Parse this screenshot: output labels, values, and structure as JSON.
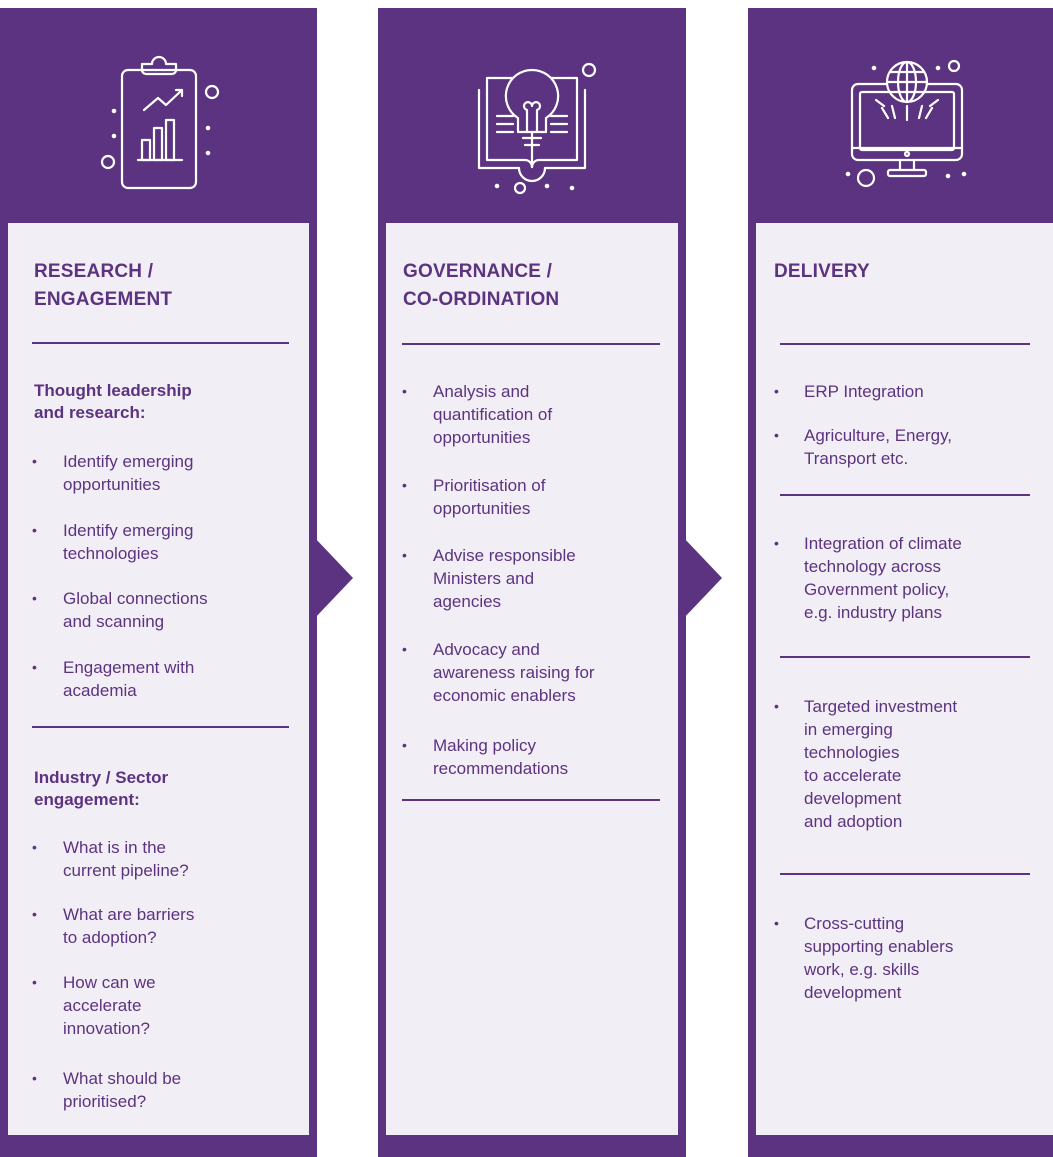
{
  "colors": {
    "primary": "#5c3380",
    "panel": "#f2eef5",
    "icon_stroke": "#ffffff"
  },
  "columns": [
    {
      "icon": "clipboard-chart-icon",
      "title_line1": "RESEARCH /",
      "title_line2": "ENGAGEMENT",
      "sections": [
        {
          "heading_line1": "Thought leadership",
          "heading_line2": "and research:",
          "items": [
            {
              "l1": "Identify emerging",
              "l2": "opportunities"
            },
            {
              "l1": "Identify emerging",
              "l2": "technologies"
            },
            {
              "l1": "Global connections",
              "l2": "and scanning"
            },
            {
              "l1": "Engagement with",
              "l2": "academia"
            }
          ]
        },
        {
          "heading_line1": "Industry / Sector",
          "heading_line2": "engagement:",
          "items": [
            {
              "l1": "What is in the",
              "l2": "current pipeline?"
            },
            {
              "l1": "What are barriers",
              "l2": "to adoption?"
            },
            {
              "l1": "How can we",
              "l2": "accelerate",
              "l3": "innovation?"
            },
            {
              "l1": "What should be",
              "l2": "prioritised?"
            }
          ]
        }
      ]
    },
    {
      "icon": "lightbulb-book-icon",
      "title_line1": "GOVERNANCE /",
      "title_line2": "CO-ORDINATION",
      "items": [
        {
          "l1": "Analysis and",
          "l2": "quantification of",
          "l3": "opportunities"
        },
        {
          "l1": "Prioritisation of",
          "l2": "opportunities"
        },
        {
          "l1": "Advise responsible",
          "l2": "Ministers and",
          "l3": "agencies"
        },
        {
          "l1": "Advocacy and",
          "l2": "awareness raising for",
          "l3": "economic enablers"
        },
        {
          "l1": "Making policy",
          "l2": "recommendations"
        }
      ]
    },
    {
      "icon": "globe-monitor-icon",
      "title_line1": "DELIVERY",
      "groups": [
        {
          "items": [
            {
              "l1": "ERP Integration"
            },
            {
              "l1": "Agriculture, Energy,",
              "l2": "Transport etc."
            }
          ]
        },
        {
          "items": [
            {
              "l1": "Integration of climate",
              "l2": "technology across",
              "l3": "Government policy,",
              "l4": "e.g. industry plans"
            }
          ]
        },
        {
          "items": [
            {
              "l1": "Targeted investment",
              "l2": "in emerging",
              "l3": "technologies",
              "l4": "to accelerate",
              "l5": "development",
              "l6": "and adoption"
            }
          ]
        },
        {
          "items": [
            {
              "l1": "Cross-cutting",
              "l2": "supporting enablers",
              "l3": "work, e.g. skills",
              "l4": "development"
            }
          ]
        }
      ]
    }
  ],
  "bullet_char": "•"
}
